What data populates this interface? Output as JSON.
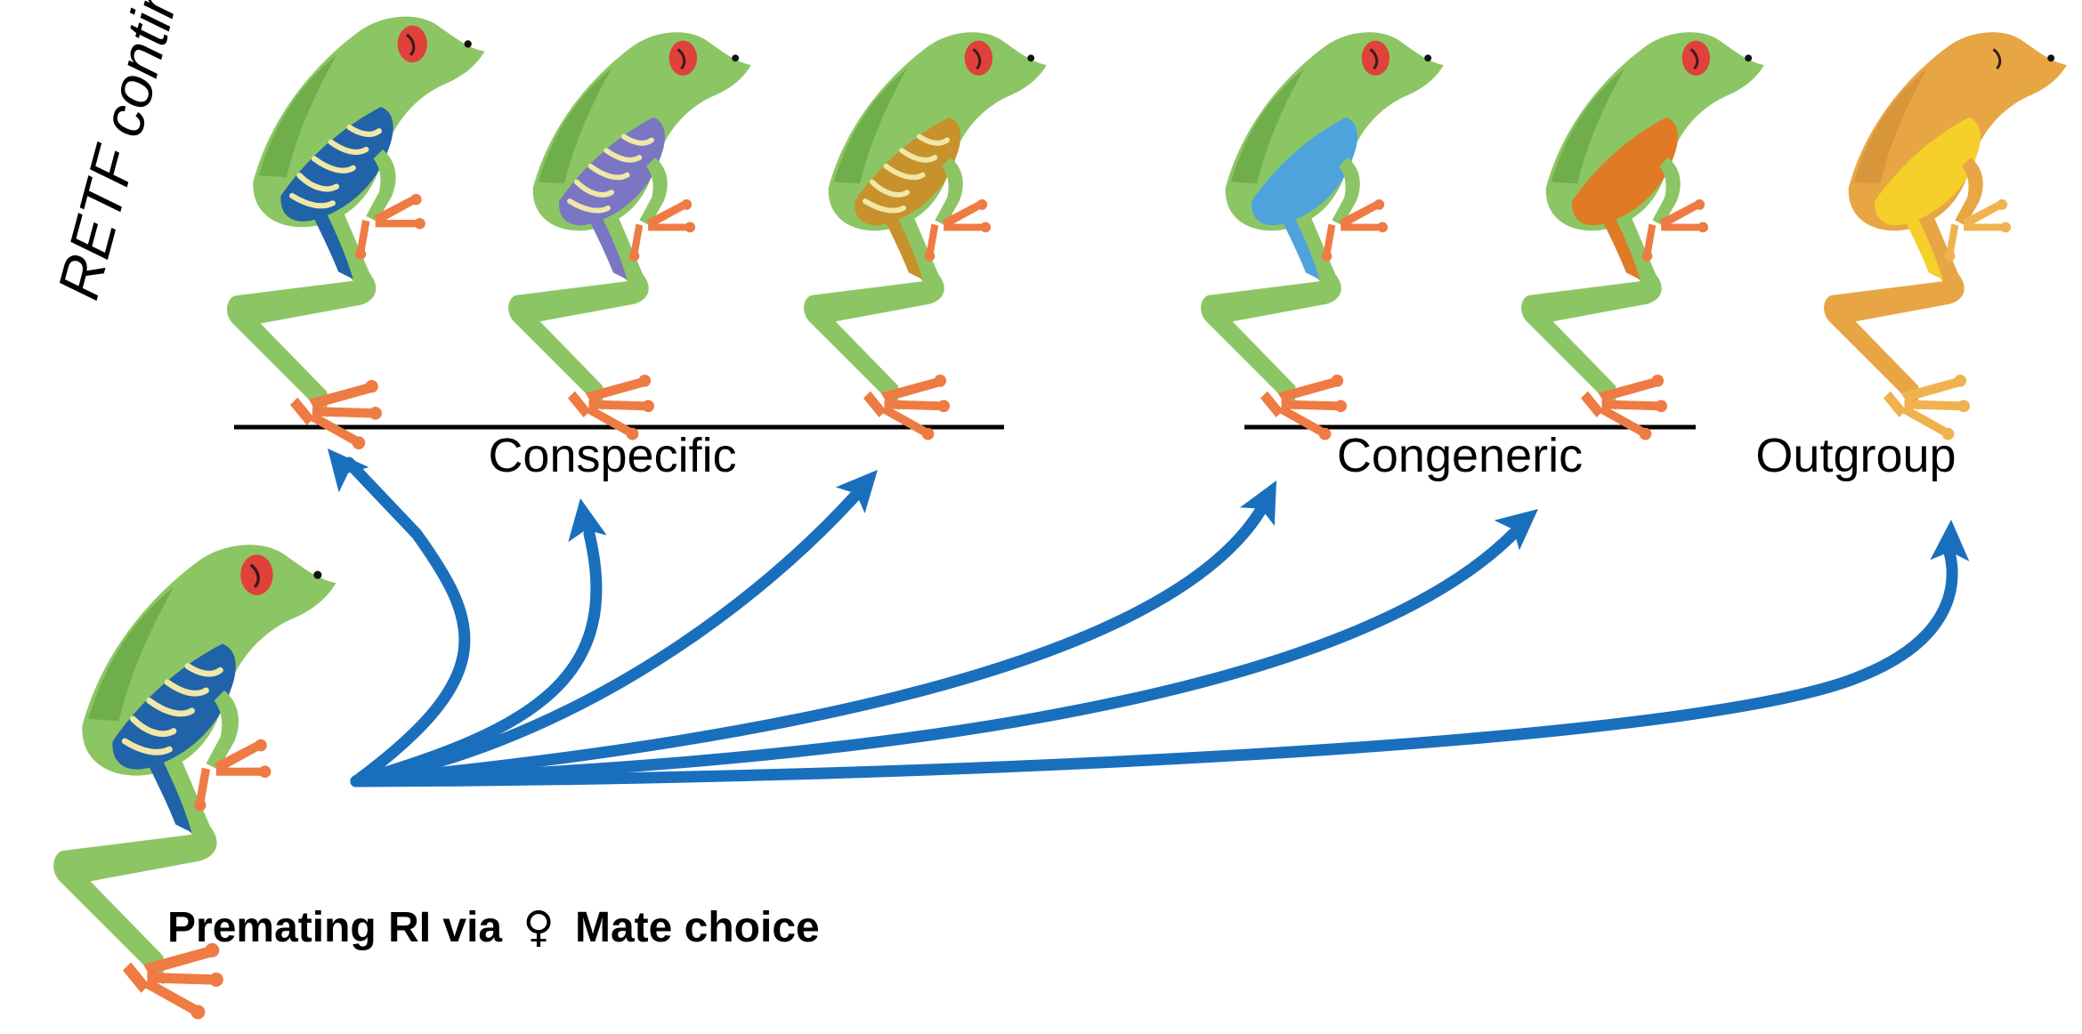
{
  "title_rotated": "RETF continuum",
  "groups": [
    {
      "label": "Conspecific"
    },
    {
      "label": "Congeneric"
    },
    {
      "label": "Outgroup"
    }
  ],
  "caption": {
    "text_before": "Premating RI via",
    "female_symbol": "♀",
    "text_after": "Mate choice"
  },
  "colors": {
    "arrow": "#1a6fbd",
    "frog_green": "#8cc664",
    "frog_green_dark": "#6fae4a",
    "eye_red": "#e0413a",
    "toe_orange": "#ee7b43",
    "flank_blue": "#2063a8",
    "flank_purple": "#7a76c4",
    "flank_gold": "#c7922b",
    "flank_lightblue": "#4fa3dd",
    "flank_orange": "#e07a24",
    "outgroup_body": "#e7a544",
    "outgroup_flank": "#f5cf2a",
    "stripe_cream": "#f1e7a6"
  },
  "frogs": [
    {
      "role": "focal",
      "flank": "flank_blue",
      "striped": true,
      "body": "frog_green",
      "eye": "eye_red"
    },
    {
      "role": "conspecific-1",
      "flank": "flank_blue",
      "striped": true,
      "body": "frog_green",
      "eye": "eye_red"
    },
    {
      "role": "conspecific-2",
      "flank": "flank_purple",
      "striped": true,
      "body": "frog_green",
      "eye": "eye_red"
    },
    {
      "role": "conspecific-3",
      "flank": "flank_gold",
      "striped": true,
      "body": "frog_green",
      "eye": "eye_red"
    },
    {
      "role": "congeneric-1",
      "flank": "flank_lightblue",
      "striped": false,
      "body": "frog_green",
      "eye": "eye_red"
    },
    {
      "role": "congeneric-2",
      "flank": "flank_orange",
      "striped": false,
      "body": "frog_green",
      "eye": "eye_red"
    },
    {
      "role": "outgroup",
      "flank": "outgroup_flank",
      "striped": false,
      "body": "outgroup_body",
      "eye": "outgroup_body"
    }
  ]
}
